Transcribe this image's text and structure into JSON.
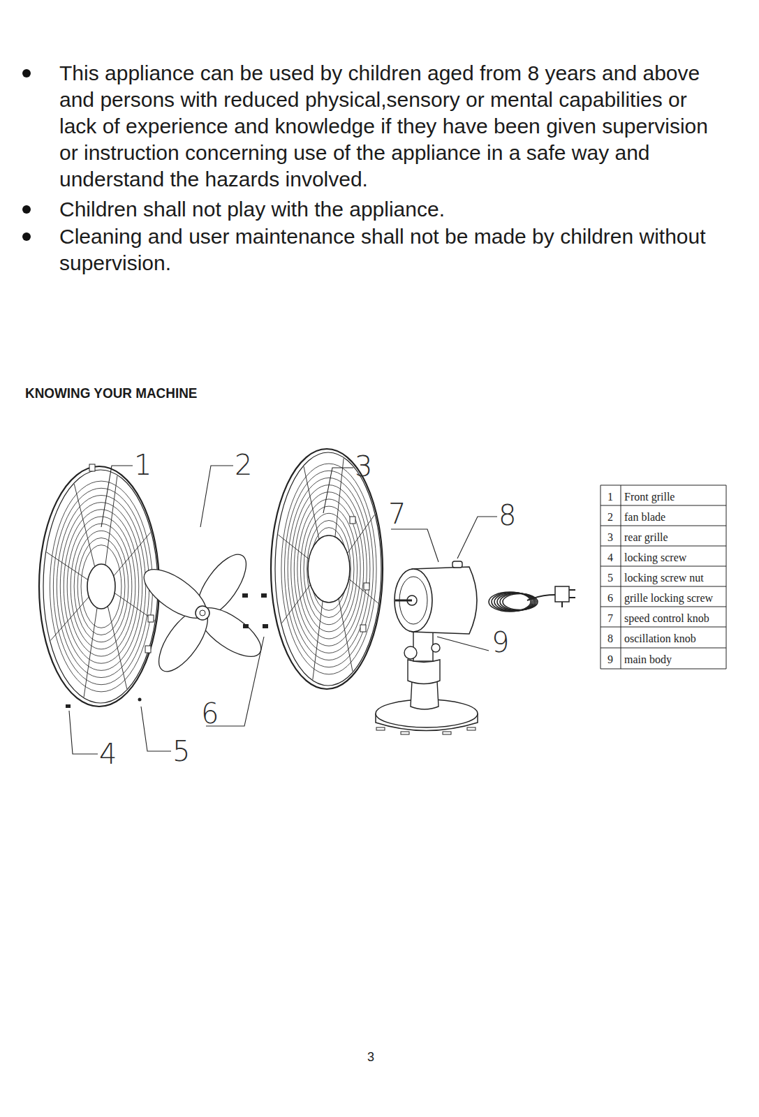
{
  "diagram": {
    "title": "KNOWING YOUR MACHINE",
    "labels": [
      "This appliance can be used by children aged from 8 years and above and persons with reduced physical,sensory or mental capabilities or lack of experience and knowledge if they have been given supervision or instruction concerning use of the appliance in a safe way and understand the hazards involved.",
      "Children shall not play with the appliance.",
      "Cleaning and user maintenance shall not be made by children without supervision.",
      "1",
      "2",
      "3",
      "7",
      "8",
      "9",
      "6",
      "4",
      "5",
      "1",
      "Front grille",
      "2",
      "fan blade",
      "3",
      "rear grille",
      "4",
      "locking screw",
      "5",
      "locking screw nut",
      "6",
      "grille locking screw",
      "7",
      "speed control knob",
      "8",
      "oscillation knob",
      "9",
      "main body",
      "3"
    ]
  }
}
